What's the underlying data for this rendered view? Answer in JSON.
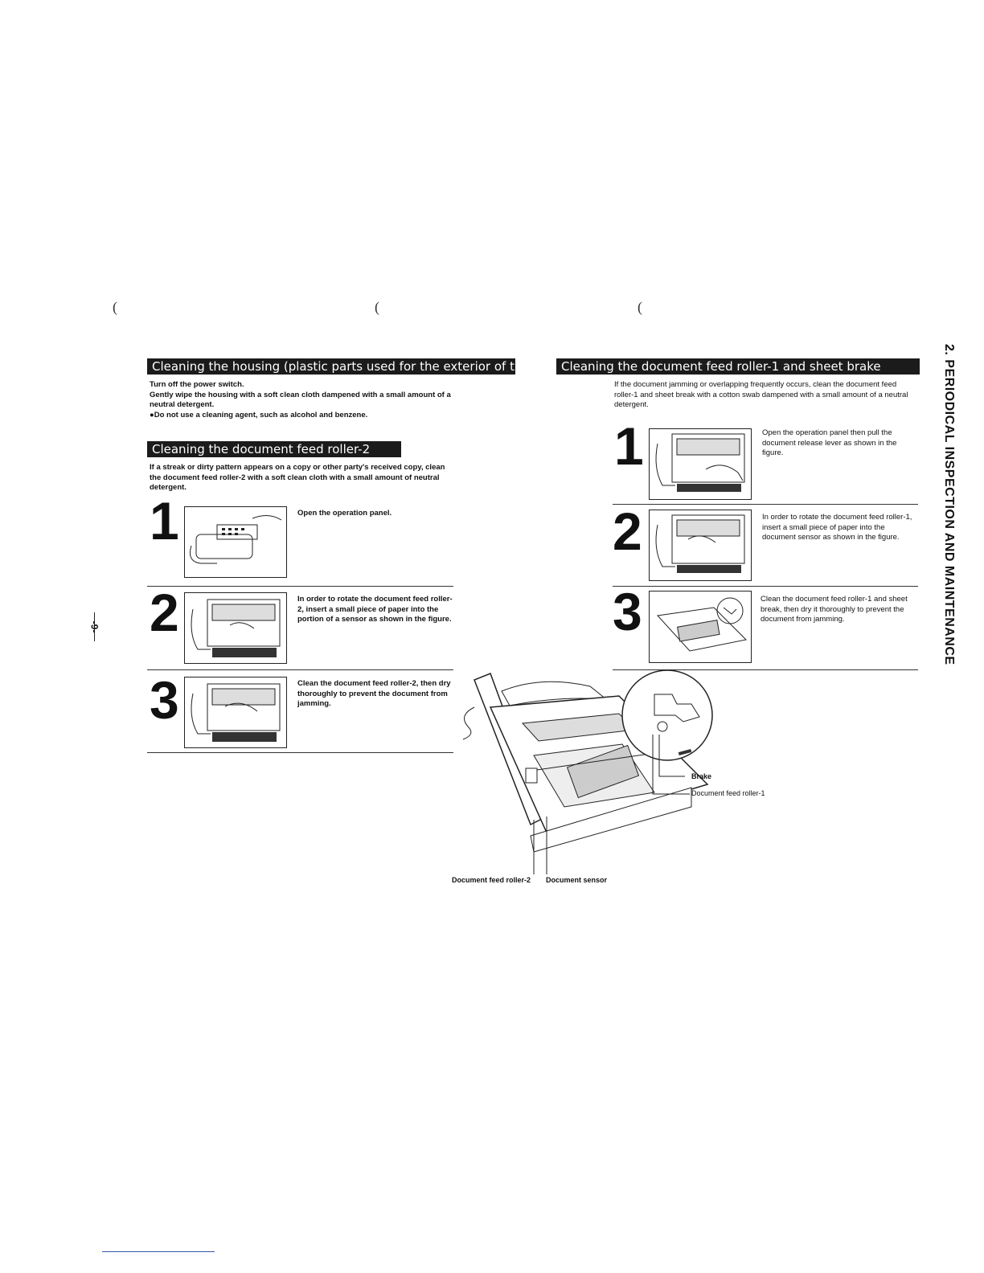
{
  "marks": {
    "paren": "("
  },
  "page_number": "-9-",
  "side_title": "2. PERIODICAL INSPECTION AND MAINTENANCE",
  "housing": {
    "title": "Cleaning the housing (plastic parts used for the exterior of the unit)",
    "line1": "Turn off the power switch.",
    "line2": "Gently wipe the housing with a soft clean cloth dampened with a small amount of a neutral detergent.",
    "line3": "●Do not use a cleaning agent, such as alcohol and benzene."
  },
  "roller2": {
    "title": "Cleaning the document feed roller-2",
    "intro": "If a streak or dirty pattern appears on a copy or other party's received copy, clean the document feed roller-2 with a soft clean cloth with a small amount of neutral detergent.",
    "steps": [
      {
        "num": "1",
        "text": "Open the operation panel."
      },
      {
        "num": "2",
        "text": "In order to rotate the document feed roller-2, insert a small piece of paper into the portion of a sensor as shown in the figure."
      },
      {
        "num": "3",
        "text": "Clean the document feed roller-2, then dry thoroughly to prevent the document from jamming."
      }
    ]
  },
  "roller1": {
    "title": "Cleaning the document feed roller-1 and sheet brake",
    "intro": "If the document jamming or overlapping frequently occurs, clean the document feed roller-1 and sheet break with a cotton swab dampened with a small amount of a neutral detergent.",
    "steps": [
      {
        "num": "1",
        "text": "Open the operation panel then pull the document release lever as shown in the figure."
      },
      {
        "num": "2",
        "text": "In order to rotate the document feed roller-1, insert a small piece of paper into the document sensor as shown in the figure."
      },
      {
        "num": "3",
        "text": "Clean the document feed roller-1 and sheet break, then dry it thoroughly to prevent the document from jamming."
      }
    ]
  },
  "diagram": {
    "brake": "Brake",
    "roller1": "Document feed roller-1",
    "roller2": "Document feed roller-2",
    "sensor": "Document sensor"
  }
}
